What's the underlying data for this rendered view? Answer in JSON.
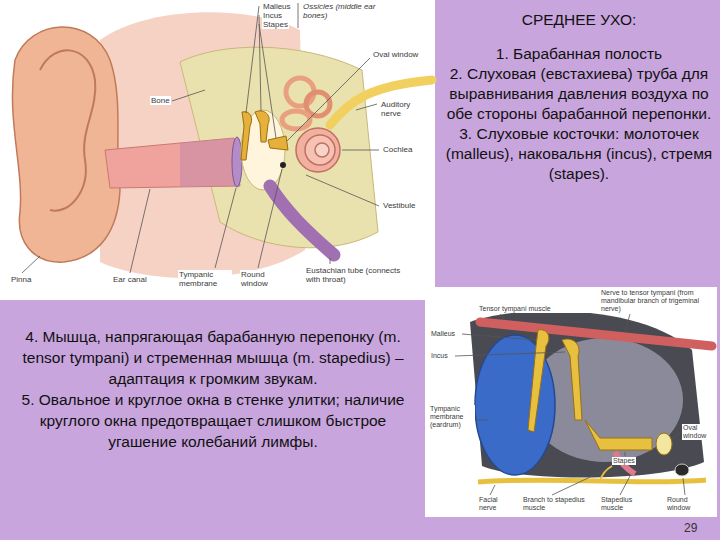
{
  "diagram": {
    "title": "СРЕДНЕЕ УХО:",
    "labels": [
      "1. Барабанная полость",
      "2. Слуховая (евстахиева) труба для выравнивания давления воздуха по обе стороны барабанной перепонки.",
      "3. Слуховые косточки: молоточек (malleus), наковальня (incus), стремя (stapes).",
      "4. Мышца, напрягающая барабанную перепонку (m. tensor tympani) и стременная мышца (m. stapedius) – адаптация к громким звукам.",
      "5. Овальное и круглое окна в стенке улитки; наличие круглого окна предотвращает слишком быстрое угашение колебаний лимфы.",
      "Malleus",
      "Incus",
      "Stapes",
      "Ossicles (middle ear bones)",
      "Oval window",
      "Bone",
      "Auditory nerve",
      "Cochlea",
      "Vestibule",
      "Pinna",
      "Ear canal",
      "Tympanic membrane",
      "Round window",
      "Eustachian tube (connects with throat)",
      "Nerve to tensor tympani (from mandibular branch of trigeminal nerve)",
      "Tensor tympani muscle",
      "Malleus",
      "Incus",
      "Tympanic membrane (eardrum)",
      "Stapes",
      "Oval window",
      "Facial nerve",
      "Branch to stapedius muscle",
      "Stapedius muscle",
      "Round window",
      "29"
    ]
  }
}
